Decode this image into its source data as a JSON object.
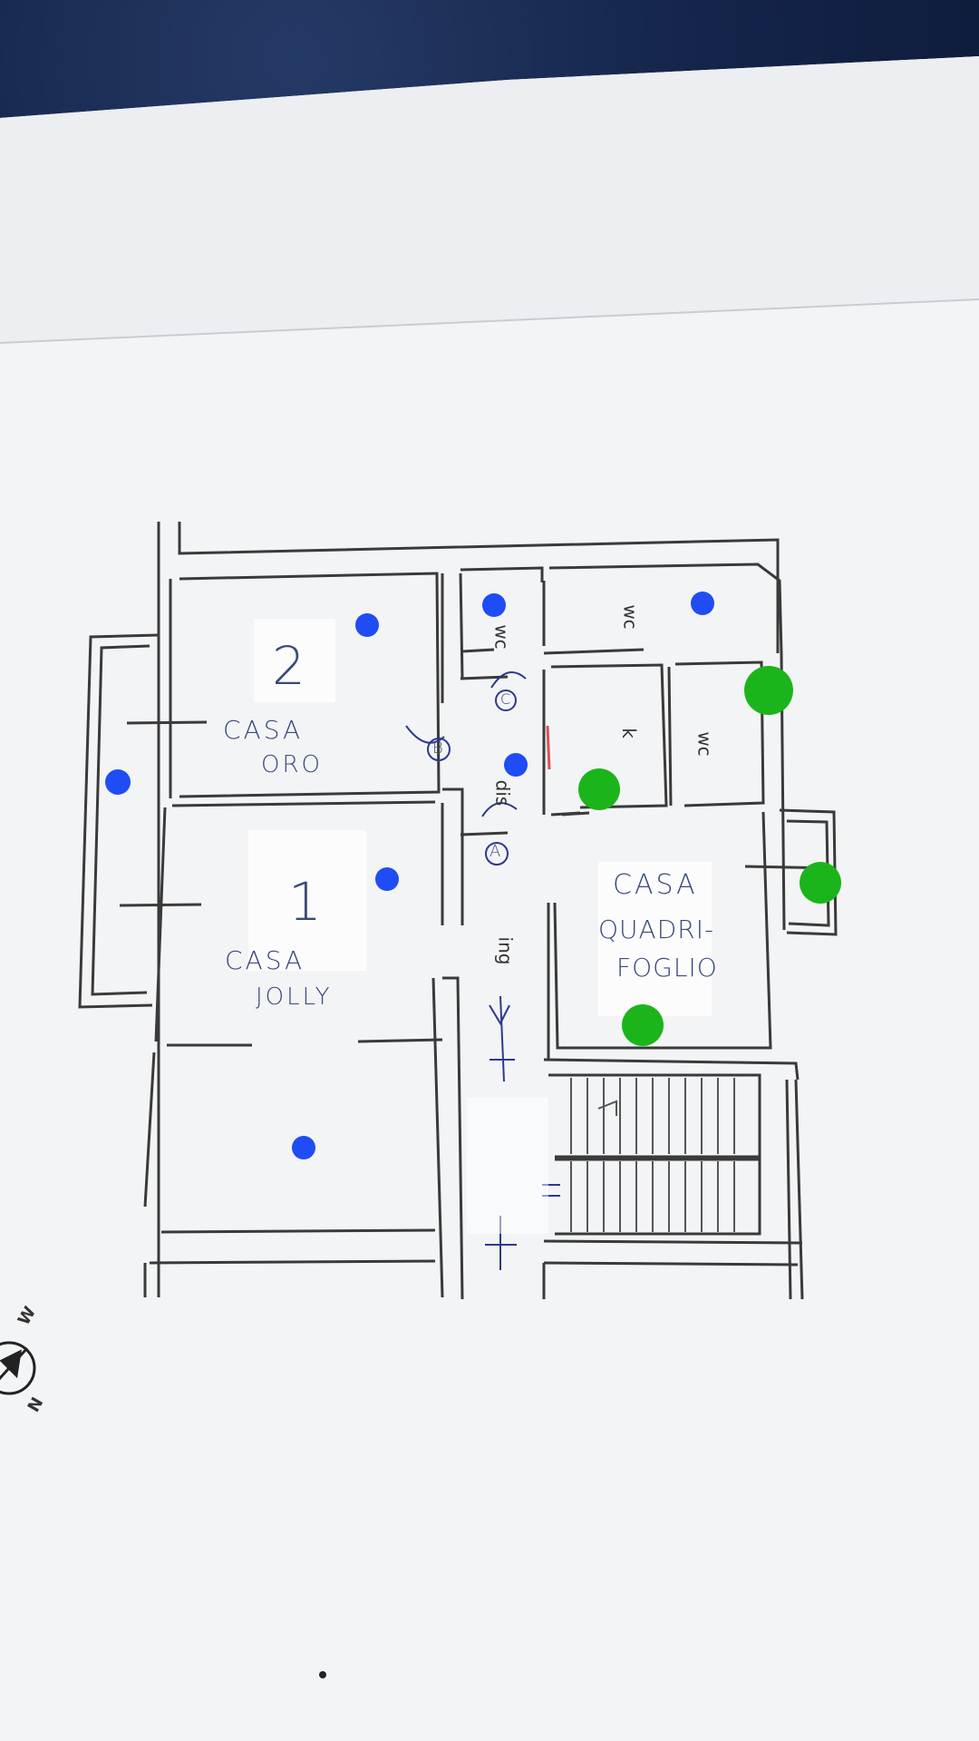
{
  "plan": {
    "rooms": {
      "wc1": "wc",
      "wc2": "wc",
      "wc3": "wc",
      "kitchen": "k",
      "dis": "dis",
      "ing": "ing"
    },
    "apartments": {
      "oro": {
        "number": "2",
        "line1": "CASA",
        "line2": "ORO"
      },
      "jolly": {
        "number": "1",
        "line1": "CASA",
        "line2": "JOLLY"
      },
      "quadrifoglio": {
        "line1": "CASA",
        "line2": "QUADRI-",
        "line3": "FOGLIO"
      }
    },
    "markers": {
      "a": "A",
      "b": "B",
      "c": "C"
    },
    "compass": {
      "north": "N",
      "west": "W"
    }
  },
  "colors": {
    "blue_marker": "#1f4cf5",
    "green_marker": "#1bb51b",
    "wall": "#3a3a3a",
    "paper": "#f4f5f7"
  }
}
